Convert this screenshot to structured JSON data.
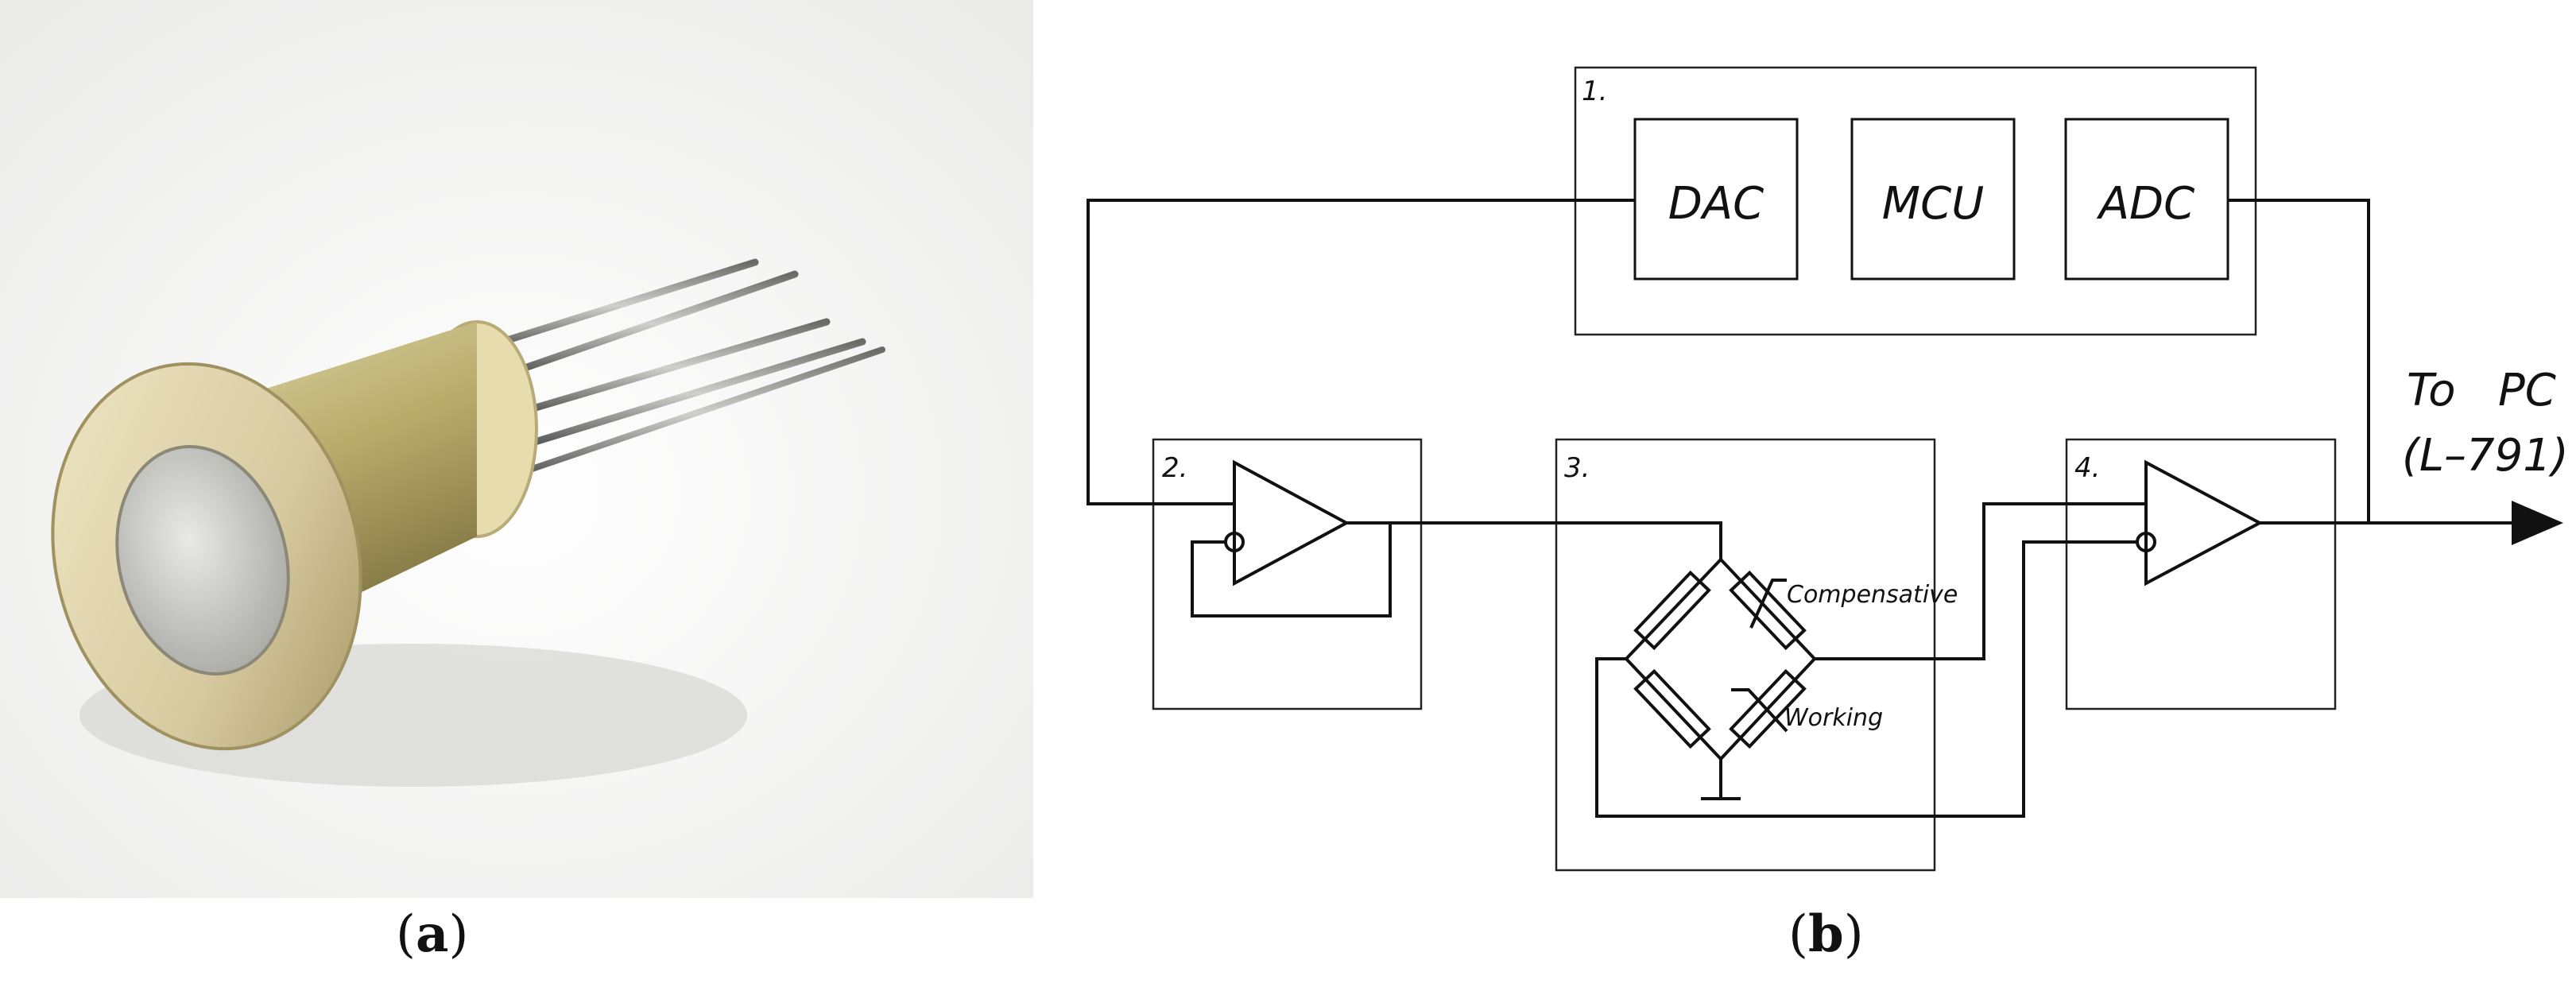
{
  "captions": {
    "a_open": "(",
    "a_letter": "a",
    "a_close": ")",
    "b_open": "(",
    "b_letter": "b",
    "b_close": ")"
  },
  "diagram": {
    "block1": {
      "number": "1.",
      "dac": "DAC",
      "mcu": "MCU",
      "adc": "ADC"
    },
    "block2": {
      "number": "2."
    },
    "block3": {
      "number": "3.",
      "compensative": "Compensative",
      "working": "Working"
    },
    "block4": {
      "number": "4."
    },
    "output": {
      "line1": "To   PC",
      "line2": "(L–791)"
    }
  }
}
